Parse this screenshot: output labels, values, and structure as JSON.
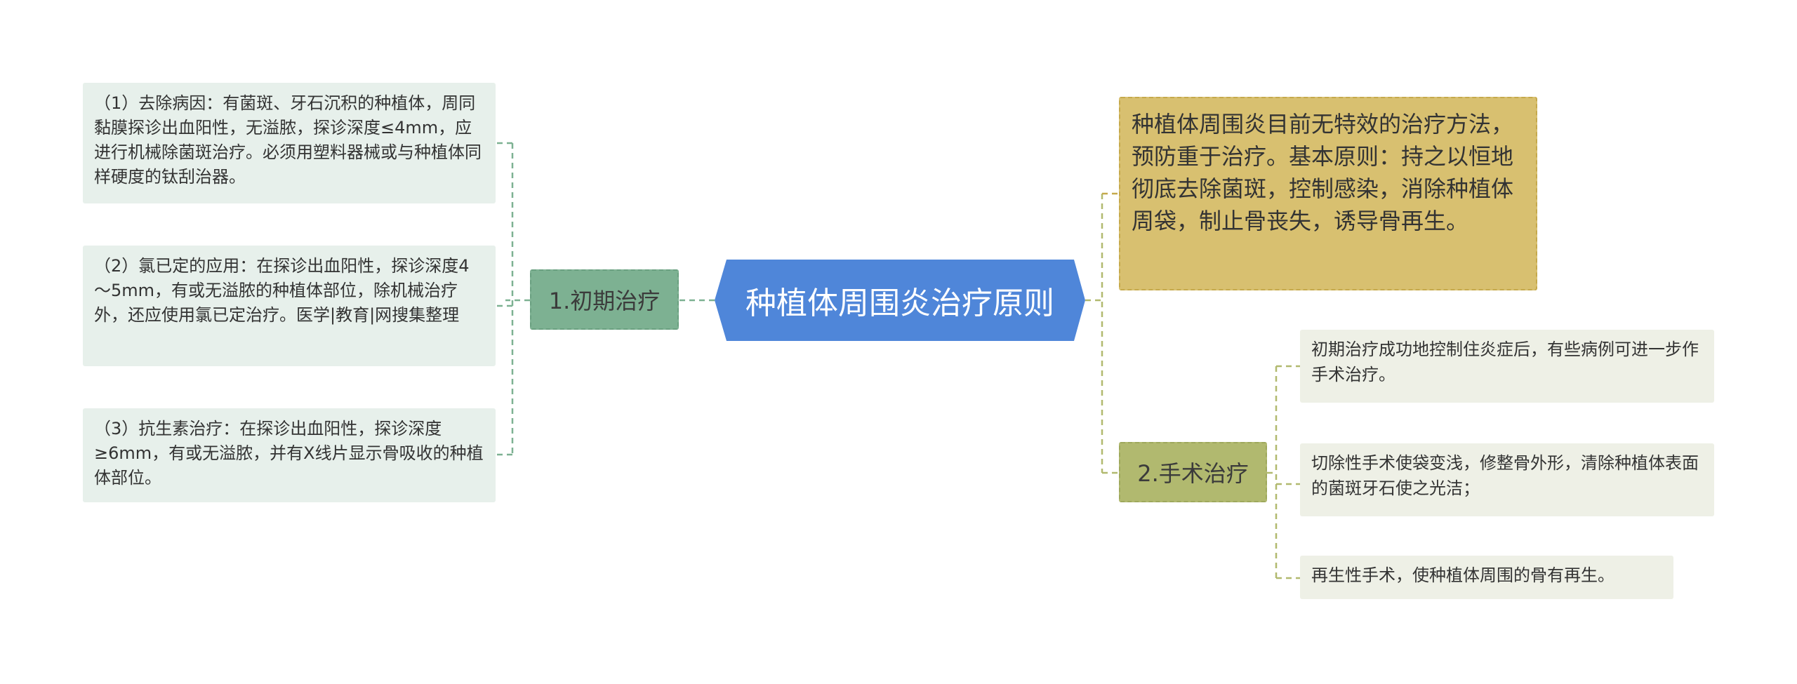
{
  "diagram": {
    "type": "mind-map",
    "center": {
      "title": "种植体周围炎治疗原则",
      "color": "#4f86d9"
    },
    "intro": {
      "text": "种植体周围炎目前无特效的治疗方法，预防重于治疗。基本原则：持之以恒地彻底去除菌斑，控制感染，消除种植体周袋，制止骨丧失，诱导骨再生。",
      "color": "#d8c070"
    },
    "branches": [
      {
        "label": "1.初期治疗",
        "color": "#7db192",
        "children": [
          "（1）去除病因：有菌斑、牙石沉积的种植体，周同黏膜探诊出血阳性，无溢脓，探诊深度≤4mm，应进行机械除菌斑治疗。必须用塑料器械或与种植体同样硬度的钛刮治器。",
          "（2）氯已定的应用：在探诊出血阳性，探诊深度4～5mm，有或无溢脓的种植体部位，除机械治疗外，还应使用氯已定治疗。医学|教育|网搜集整理",
          "（3）抗生素治疗：在探诊出血阳性，探诊深度≥6mm，有或无溢脓，并有X线片显示骨吸收的种植体部位。"
        ]
      },
      {
        "label": "2.手术治疗",
        "color": "#b1b96f",
        "children": [
          "初期治疗成功地控制住炎症后，有些病例可进一步作手术治疗。",
          "切除性手术使袋变浅，修整骨外形，清除种植体表面的菌斑牙石使之光洁；",
          "再生性手术，使种植体周围的骨有再生。"
        ]
      }
    ]
  }
}
